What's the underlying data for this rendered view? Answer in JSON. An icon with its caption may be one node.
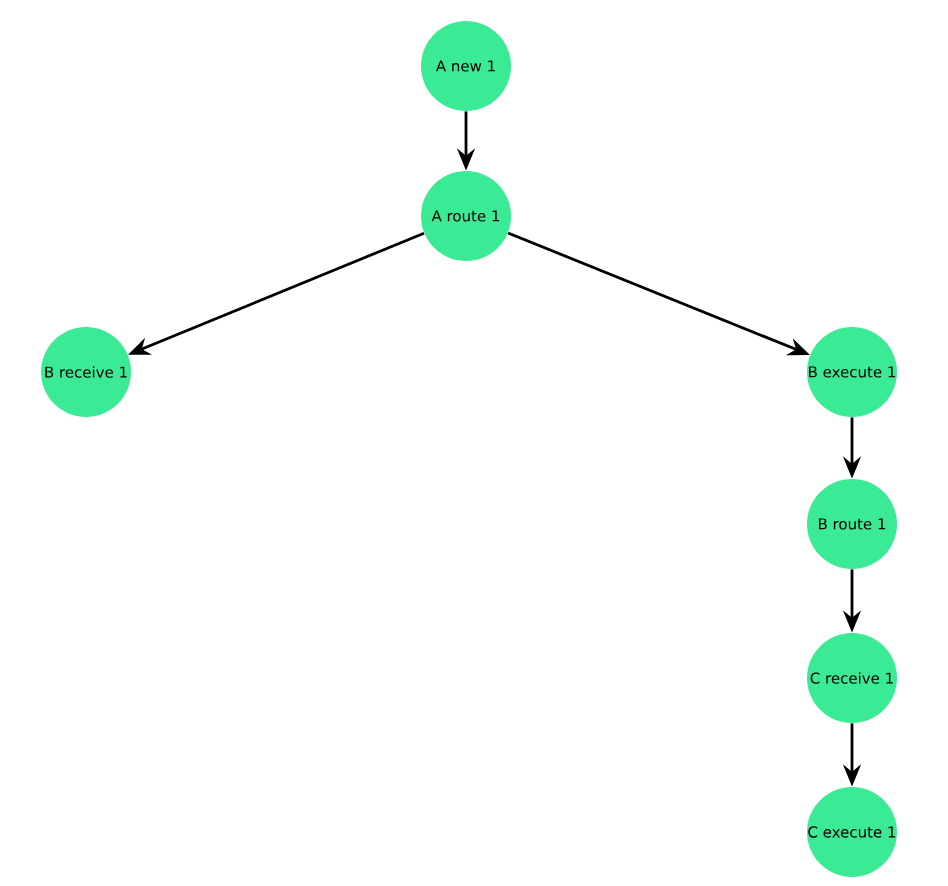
{
  "diagram": {
    "nodes": [
      {
        "text": [
          "A new 1"
        ]
      },
      {
        "text": [
          "A route 1"
        ]
      },
      {
        "text": [
          "B receive 1"
        ]
      },
      {
        "text": [
          "B execute 1"
        ]
      },
      {
        "text": [
          "B route 1"
        ]
      },
      {
        "text": [
          "C receive 1"
        ]
      },
      {
        "text": [
          "C execute 1"
        ]
      }
    ],
    "edges": [
      {
        "from": 0,
        "to": 1,
        "arrow": "to"
      },
      {
        "from": 1,
        "to": 2,
        "arrow": "to"
      },
      {
        "from": 1,
        "to": 3,
        "arrow": "to"
      },
      {
        "from": 3,
        "to": 4,
        "arrow": "to"
      },
      {
        "from": 4,
        "to": 5,
        "arrow": "to"
      },
      {
        "from": 5,
        "to": 6,
        "arrow": "to"
      }
    ]
  }
}
